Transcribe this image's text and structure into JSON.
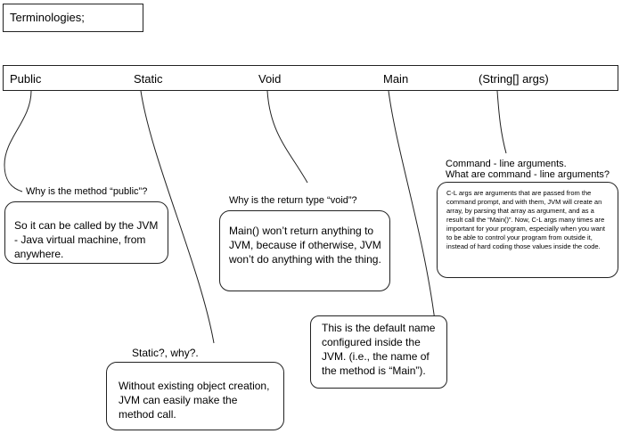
{
  "title": "Terminologies;",
  "header": {
    "public": "Public",
    "static": "Static",
    "void": "Void",
    "main": "Main",
    "args": "(String[] args)"
  },
  "public_note": {
    "question": "Why is the method “public”?",
    "answer": "So it can be called by the JVM - Java virtual machine, from anywhere."
  },
  "void_note": {
    "question": "Why is the return type “void”?",
    "answer": "Main() won’t return anything to JVM, because if otherwise, JVM won’t do anything with the thing."
  },
  "args_note": {
    "heading_line1": "Command - line arguments.",
    "heading_line2": "What are command - line arguments?",
    "answer": "C-L args are arguments that are passed from the command prompt, and with them, JVM will create an array, by parsing that array as argument, and as a result call the “Main()”. Now, C-L args many times are important for your program, especially when you want to be able to control your program from outside it, instead of hard coding those values inside the code."
  },
  "main_note": {
    "answer": "This is the default name configured inside the JVM. (i.e., the name of the method is “Main”)."
  },
  "static_note": {
    "question": "Static?, why?.",
    "answer": "Without existing object creation, JVM can easily make the method call."
  }
}
